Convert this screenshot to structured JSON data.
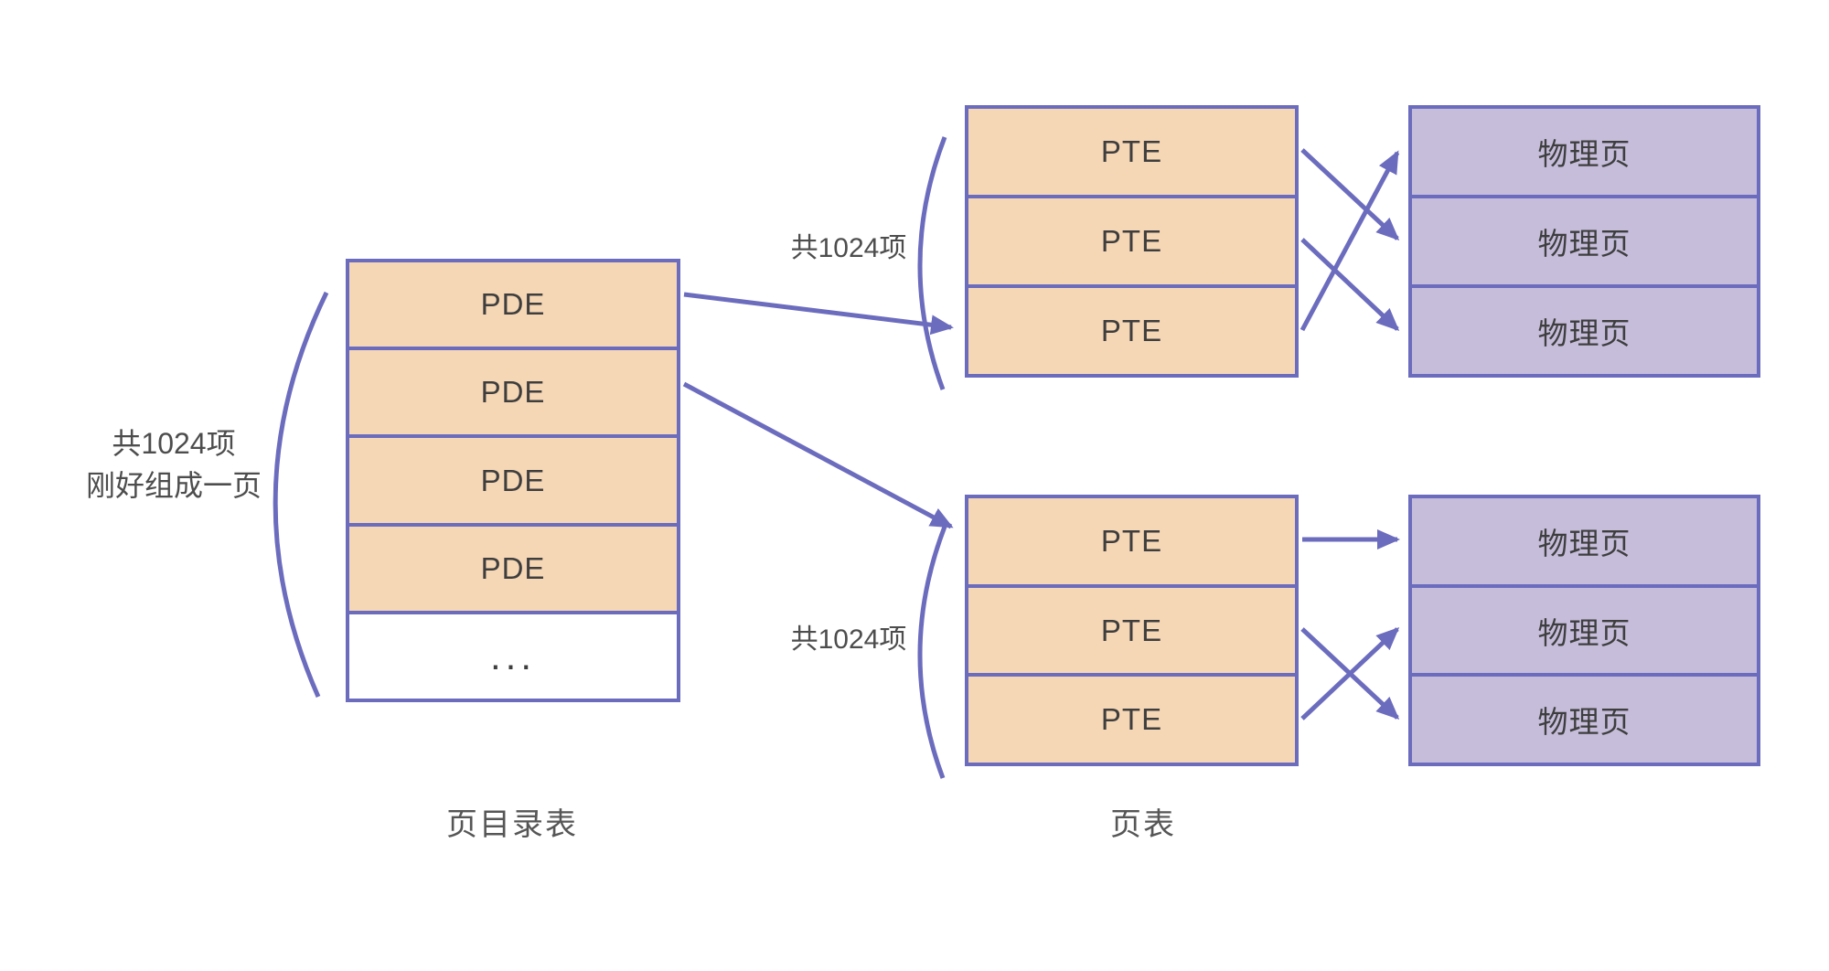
{
  "labels": {
    "pde_brace_line1": "共1024项",
    "pde_brace_line2": "刚好组成一页",
    "count_top": "共1024项",
    "count_bottom": "共1024项",
    "pde_caption": "页目录表",
    "page_table_caption": "页表"
  },
  "pde_table": {
    "rows": [
      "PDE",
      "PDE",
      "PDE",
      "PDE",
      "..."
    ]
  },
  "page_table_top": {
    "rows": [
      "PTE",
      "PTE",
      "PTE"
    ]
  },
  "page_table_bottom": {
    "rows": [
      "PTE",
      "PTE",
      "PTE"
    ]
  },
  "physical_pages_top": {
    "rows": [
      "物理页",
      "物理页",
      "物理页"
    ]
  },
  "physical_pages_bottom": {
    "rows": [
      "物理页",
      "物理页",
      "物理页"
    ]
  },
  "arrows": {
    "pde_to_page_tables": [
      {
        "from": "PDE-row-1",
        "to": "page-table-top"
      },
      {
        "from": "PDE-row-2",
        "to": "page-table-bottom"
      }
    ],
    "top_pte_to_physical": [
      {
        "from": "PTE-row-1",
        "to": "physical-page-2"
      },
      {
        "from": "PTE-row-2",
        "to": "physical-page-3"
      },
      {
        "from": "PTE-row-3",
        "to": "physical-page-1"
      }
    ],
    "bottom_pte_to_physical": [
      {
        "from": "PTE-row-1",
        "to": "physical-page-1"
      },
      {
        "from": "PTE-row-2",
        "to": "physical-page-3"
      },
      {
        "from": "PTE-row-3",
        "to": "physical-page-2"
      }
    ]
  },
  "colors": {
    "line": "#6C6CBE",
    "entry_fill": "#F6D7B5",
    "page_fill": "#C6BDDB",
    "cell_text": "#3E3E3E",
    "label_text": "#4D4D4D",
    "background": "#FFFFFF"
  }
}
